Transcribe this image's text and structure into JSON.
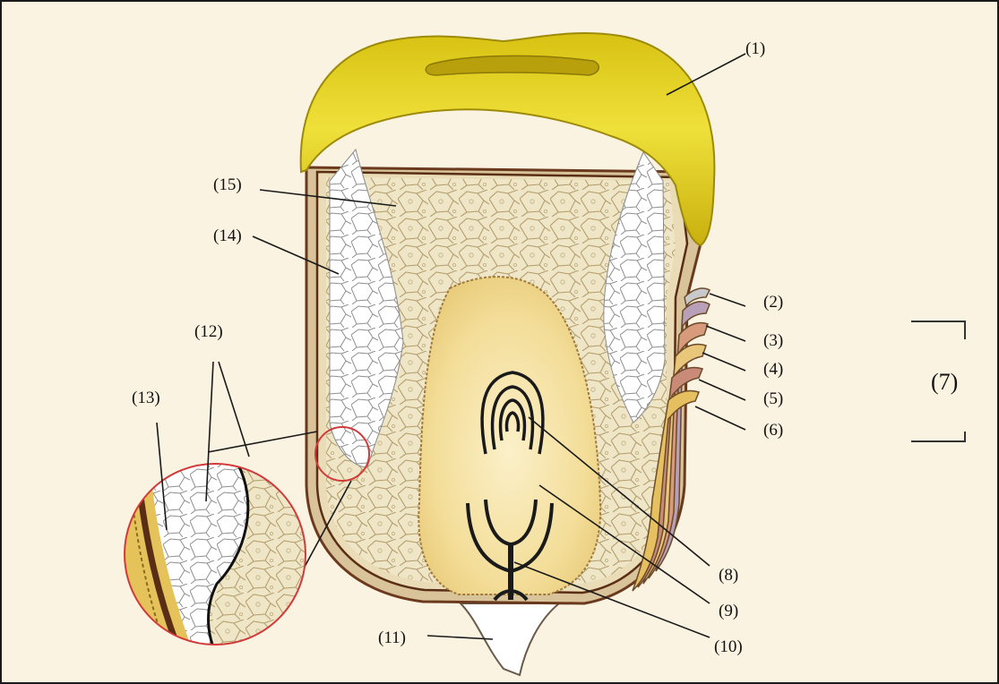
{
  "labels": {
    "l1": "(1)",
    "l2": "(2)",
    "l3": "(3)",
    "l4": "(4)",
    "l5": "(5)",
    "l6": "(6)",
    "l7": "(7)",
    "l8": "(8)",
    "l9": "(9)",
    "l10": "(10)",
    "l11": "(11)",
    "l12": "(12)",
    "l13": "(13)",
    "l14": "(14)",
    "l15": "(15)"
  },
  "colors": {
    "background": "#fbf3e2",
    "pericarp_cap": "#e6d41e",
    "endosperm_horny": "#efe6c8",
    "endosperm_floury": "#ffffff",
    "embryo": "#f7e7b0",
    "seed_coat": "#6b3a1e",
    "highlight_circle": "#d23a3a"
  }
}
